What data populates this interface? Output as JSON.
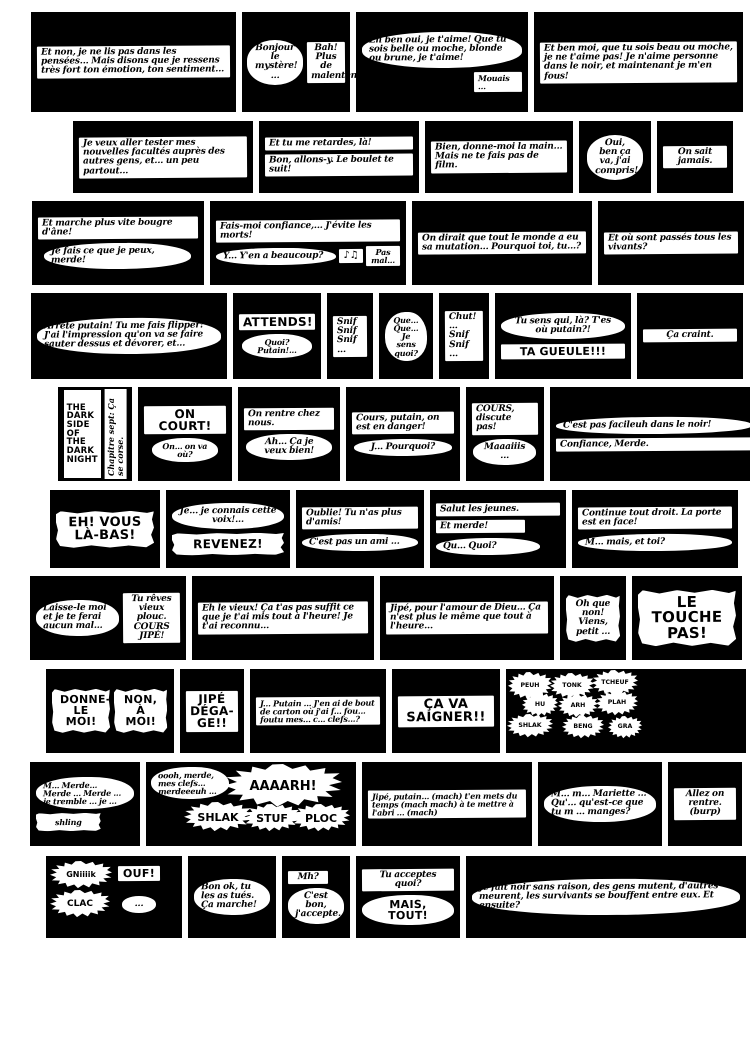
{
  "meta": {
    "title": "THE DARK SIDE OF THE DARK NIGHT",
    "chapter": "Chapitre sept: Ça se corse.",
    "language": "fr",
    "ink_color": "#000000",
    "paper_color": "#ffffff"
  },
  "strips": [
    {
      "id": "strip-1",
      "panels": [
        {
          "id": "p1-1",
          "balloons": [
            {
              "text": "Et non, je ne lis pas dans les pensées... Mais disons que je ressens très fort ton émotion, ton sentiment...",
              "shape": "rect"
            }
          ]
        },
        {
          "id": "p1-2",
          "balloons": [
            {
              "text": "Bonjour le mystère! ...",
              "shape": "oval"
            },
            {
              "text": "Bah! Plus de malentendu!",
              "shape": "rect"
            }
          ]
        },
        {
          "id": "p1-3",
          "balloons": [
            {
              "text": "Eh ben oui, je t'aime! Que tu sois belle ou moche, blonde ou brune, je t'aime!",
              "shape": "round"
            },
            {
              "text": "Mouais ...",
              "shape": "rect"
            }
          ]
        },
        {
          "id": "p1-4",
          "balloons": [
            {
              "text": "Et ben moi, que tu sois beau ou moche, je ne t'aime pas! Je n'aime personne dans le noir, et maintenant je m'en fous!",
              "shape": "rect"
            }
          ]
        }
      ]
    },
    {
      "id": "strip-2",
      "panels": [
        {
          "id": "p2-1",
          "balloons": [
            {
              "text": "Je veux aller tester mes nouvelles facultés auprès des autres gens, et... un peu partout...",
              "shape": "rect"
            }
          ]
        },
        {
          "id": "p2-2",
          "balloons": [
            {
              "text": "Et tu me retardes, là!",
              "shape": "rect"
            },
            {
              "text": "Bon, allons-y. Le boulet te suit!",
              "shape": "rect"
            }
          ]
        },
        {
          "id": "p2-3",
          "balloons": [
            {
              "text": "Bien, donne-moi la main... Mais ne te fais pas de film.",
              "shape": "rect"
            }
          ]
        },
        {
          "id": "p2-4",
          "balloons": [
            {
              "text": "Oui, ben ça va, j'ai compris!",
              "shape": "round"
            }
          ]
        },
        {
          "id": "p2-5",
          "balloons": [
            {
              "text": "On sait jamais.",
              "shape": "rect"
            }
          ]
        }
      ]
    },
    {
      "id": "strip-3",
      "panels": [
        {
          "id": "p3-1",
          "balloons": [
            {
              "text": "Et marche plus vite bougre d'âne!",
              "shape": "rect"
            },
            {
              "text": "Je fais ce que je peux, merde!",
              "shape": "round"
            }
          ]
        },
        {
          "id": "p3-2",
          "balloons": [
            {
              "text": "Fais-moi confiance,... J'évite les morts!",
              "shape": "rect"
            },
            {
              "text": "Y... Y'en a beaucoup?",
              "shape": "round"
            },
            {
              "text": "♪♫",
              "shape": "rect"
            },
            {
              "text": "Pas mal...",
              "shape": "rect"
            }
          ]
        },
        {
          "id": "p3-3",
          "balloons": [
            {
              "text": "On dirait que tout le monde a eu sa mutation... Pourquoi toi, tu...?",
              "shape": "rect"
            }
          ]
        },
        {
          "id": "p3-4",
          "balloons": [
            {
              "text": "Et où sont passés tous les vivants?",
              "shape": "rect"
            }
          ]
        }
      ]
    },
    {
      "id": "strip-4",
      "panels": [
        {
          "id": "p4-1",
          "balloons": [
            {
              "text": "Arrête putain! Tu me fais flipper! J'ai l'impression qu'on va se faire sauter dessus et dévorer, et...",
              "shape": "round"
            }
          ]
        },
        {
          "id": "p4-2",
          "balloons": [
            {
              "text": "ATTENDS!",
              "shape": "rect",
              "style": "caps"
            },
            {
              "text": "Quoi? Putain!...",
              "shape": "round"
            }
          ]
        },
        {
          "id": "p4-3",
          "balloons": [
            {
              "text": "Snif Snif Snif ...",
              "shape": "rect"
            }
          ]
        },
        {
          "id": "p4-4",
          "balloons": [
            {
              "text": "Que... Que... Je sens quoi?",
              "shape": "round"
            }
          ]
        },
        {
          "id": "p4-5",
          "balloons": [
            {
              "text": "Chut! ... Snif Snif ...",
              "shape": "rect"
            }
          ]
        },
        {
          "id": "p4-6",
          "balloons": [
            {
              "text": "Tu sens qui, là? T'es où putain?!",
              "shape": "round"
            },
            {
              "text": "TA GUEULE!!!",
              "shape": "rect",
              "style": "caps"
            }
          ]
        },
        {
          "id": "p4-7",
          "balloons": [
            {
              "text": "Ça craint.",
              "shape": "rect"
            }
          ]
        }
      ]
    },
    {
      "id": "strip-5",
      "panels": [
        {
          "id": "p5-1",
          "title": "THE DARK SIDE OF THE DARK NIGHT",
          "chapter": "Chapitre sept: Ça se corse."
        },
        {
          "id": "p5-2",
          "balloons": [
            {
              "text": "ON COURT!",
              "shape": "rect",
              "style": "caps"
            },
            {
              "text": "On... on va où?",
              "shape": "round"
            }
          ]
        },
        {
          "id": "p5-3",
          "balloons": [
            {
              "text": "On rentre chez nous.",
              "shape": "rect"
            },
            {
              "text": "Ah... Ça je veux bien!",
              "shape": "round"
            }
          ]
        },
        {
          "id": "p5-4",
          "balloons": [
            {
              "text": "Cours, putain, on est en danger!",
              "shape": "rect"
            },
            {
              "text": "J... Pourquoi?",
              "shape": "round"
            }
          ]
        },
        {
          "id": "p5-5",
          "balloons": [
            {
              "text": "COURS, discute pas!",
              "shape": "rect"
            },
            {
              "text": "Maaaiiis ...",
              "shape": "round"
            }
          ]
        },
        {
          "id": "p5-6",
          "balloons": [
            {
              "text": "C'est pas facileuh dans le noir!",
              "shape": "round"
            },
            {
              "text": "Confiance, Merde.",
              "shape": "rect"
            }
          ]
        }
      ]
    },
    {
      "id": "strip-6",
      "panels": [
        {
          "id": "p6-1",
          "balloons": [
            {
              "text": "EH! VOUS LÀ-BAS!",
              "shape": "jag",
              "style": "caps"
            }
          ]
        },
        {
          "id": "p6-2",
          "balloons": [
            {
              "text": "Je... je connais cette voix!...",
              "shape": "round"
            },
            {
              "text": "REVENEZ!",
              "shape": "jag",
              "style": "caps"
            }
          ]
        },
        {
          "id": "p6-3",
          "balloons": [
            {
              "text": "Oublie! Tu n'as plus d'amis!",
              "shape": "rect"
            },
            {
              "text": "C'est pas un ami ...",
              "shape": "round"
            }
          ]
        },
        {
          "id": "p6-4",
          "balloons": [
            {
              "text": "Salut les jeunes.",
              "shape": "rect"
            },
            {
              "text": "Et merde!",
              "shape": "rect"
            },
            {
              "text": "Qu... Quoi?",
              "shape": "round"
            }
          ]
        },
        {
          "id": "p6-5",
          "balloons": [
            {
              "text": "Continue tout droit. La porte est en face!",
              "shape": "rect"
            },
            {
              "text": "M... mais, et toi?",
              "shape": "round"
            }
          ]
        }
      ]
    },
    {
      "id": "strip-7",
      "panels": [
        {
          "id": "p7-1",
          "balloons": [
            {
              "text": "Laisse-le moi et je te ferai aucun mal...",
              "shape": "round"
            },
            {
              "text": "Tu rêves vieux plouc. COURS JIPÉ!",
              "shape": "rect"
            }
          ]
        },
        {
          "id": "p7-2",
          "balloons": [
            {
              "text": "Eh le vieux! Ça t'as pas suffit ce que je t'ai mis tout à l'heure! Je t'ai reconnu...",
              "shape": "rect"
            }
          ]
        },
        {
          "id": "p7-3",
          "balloons": [
            {
              "text": "Jipé, pour l'amour de Dieu... Ça n'est plus le même que tout à l'heure...",
              "shape": "rect"
            }
          ]
        },
        {
          "id": "p7-4",
          "balloons": [
            {
              "text": "Oh que non! Viens, petit ...",
              "shape": "jag"
            }
          ]
        },
        {
          "id": "p7-5",
          "balloons": [
            {
              "text": "LE TOUCHE PAS!",
              "shape": "jag",
              "style": "caps"
            }
          ]
        }
      ]
    },
    {
      "id": "strip-8",
      "panels": [
        {
          "id": "p8-1",
          "balloons": [
            {
              "text": "DONNE-LE MOI!",
              "shape": "jag",
              "style": "caps"
            },
            {
              "text": "NON, À MOI!",
              "shape": "jag",
              "style": "caps"
            }
          ]
        },
        {
          "id": "p8-2",
          "balloons": [
            {
              "text": "JIPÉ DÉGA-GE!!",
              "shape": "rect",
              "style": "caps"
            }
          ]
        },
        {
          "id": "p8-3",
          "balloons": [
            {
              "text": "J... Putain ... J'en ai de bout de carton où j'ai f... fou... foutu mes... c... clefs...?",
              "shape": "rect"
            }
          ]
        },
        {
          "id": "p8-4",
          "balloons": [
            {
              "text": "ÇA VA SAIGNER!!",
              "shape": "rect",
              "style": "caps"
            }
          ]
        },
        {
          "id": "p8-5",
          "sfx": [
            "PEUH",
            "TONK",
            "TCHEUF",
            "HU",
            "ARH",
            "PLAH",
            "SHLAK",
            "BENG",
            "GRA"
          ]
        }
      ]
    },
    {
      "id": "strip-9",
      "panels": [
        {
          "id": "p9-1",
          "balloons": [
            {
              "text": "M... Merde... Merde ... Merde ... je tremble ... je ...",
              "shape": "round"
            },
            {
              "text": "shling",
              "shape": "rect"
            }
          ]
        },
        {
          "id": "p9-2",
          "balloons": [
            {
              "text": "oooh, merde, mes clefs... merdeeeuh ...",
              "shape": "round"
            }
          ],
          "sfx": [
            "AAAARH!",
            "SHLAK",
            "STUF",
            "PLOC"
          ]
        },
        {
          "id": "p9-3",
          "balloons": [
            {
              "text": "Jipé, putain... (mach) t'en mets du temps (mach mach) à te mettre à l'abri ... (mach)",
              "shape": "rect"
            }
          ]
        },
        {
          "id": "p9-4",
          "balloons": [
            {
              "text": "M... m... Mariette ... Qu'... qu'est-ce que tu m ... manges?",
              "shape": "round"
            }
          ]
        },
        {
          "id": "p9-5",
          "balloons": [
            {
              "text": "Allez on rentre. (burp)",
              "shape": "rect"
            }
          ]
        }
      ]
    },
    {
      "id": "strip-10",
      "panels": [
        {
          "id": "p10-1",
          "sfx": [
            "GNiiiik",
            "CLAC"
          ],
          "balloons": [
            {
              "text": "OUF!",
              "shape": "rect",
              "style": "caps"
            },
            {
              "text": "...",
              "shape": "oval"
            }
          ]
        },
        {
          "id": "p10-2",
          "balloons": [
            {
              "text": "Bon ok, tu les as tués. Ça marche!",
              "shape": "round"
            }
          ]
        },
        {
          "id": "p10-3",
          "balloons": [
            {
              "text": "Mh?",
              "shape": "rect"
            },
            {
              "text": "C'est bon, j'accepte.",
              "shape": "round"
            }
          ]
        },
        {
          "id": "p10-4",
          "balloons": [
            {
              "text": "Tu acceptes quoi?",
              "shape": "rect"
            },
            {
              "text": "MAIS, TOUT!",
              "shape": "round",
              "style": "caps"
            }
          ]
        },
        {
          "id": "p10-5",
          "balloons": [
            {
              "text": "Je fait noir sans raison, des gens mutent, d'autres meurent, les survivants se bouffent entre eux. Et ensuite?",
              "shape": "round"
            }
          ]
        }
      ]
    }
  ]
}
